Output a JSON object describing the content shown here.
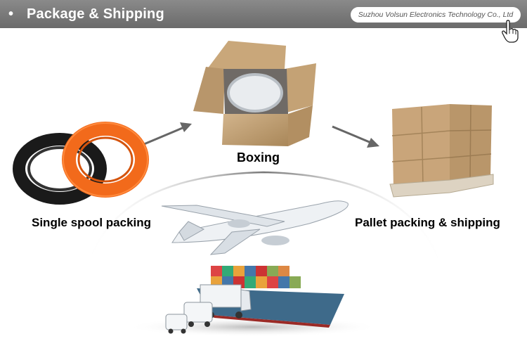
{
  "header": {
    "bullet": "•",
    "title": "Package & Shipping",
    "company": "Suzhou Volsun Electronics Technology Co., Ltd"
  },
  "steps": {
    "spool_label": "Single spool packing",
    "boxing_label": "Boxing",
    "pallet_label": "Pallet packing & shipping"
  },
  "icons": [
    "hand-cursor-icon",
    "arrow-icon"
  ]
}
